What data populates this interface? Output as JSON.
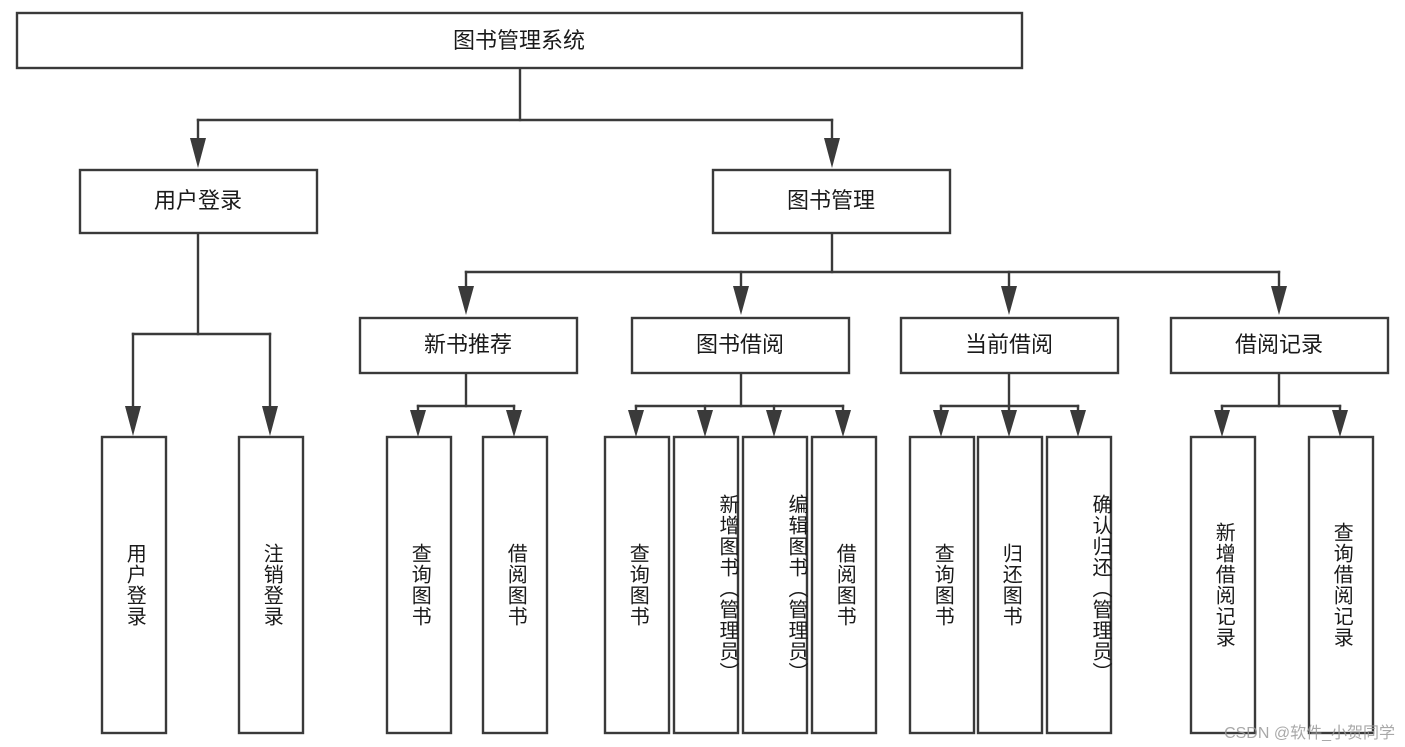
{
  "diagram": {
    "type": "tree-hierarchy",
    "title": "图书管理系统",
    "root": {
      "id": "root",
      "label": "图书管理系统",
      "orientation": "horizontal"
    },
    "level2": [
      {
        "id": "user-login",
        "label": "用户登录",
        "orientation": "horizontal"
      },
      {
        "id": "book-manage",
        "label": "图书管理",
        "orientation": "horizontal"
      }
    ],
    "level3": [
      {
        "id": "new-book-recommend",
        "label": "新书推荐",
        "orientation": "horizontal",
        "parent": "book-manage"
      },
      {
        "id": "book-borrow",
        "label": "图书借阅",
        "orientation": "horizontal",
        "parent": "book-manage"
      },
      {
        "id": "current-borrow",
        "label": "当前借阅",
        "orientation": "horizontal",
        "parent": "book-manage"
      },
      {
        "id": "borrow-record",
        "label": "借阅记录",
        "orientation": "horizontal",
        "parent": "book-manage"
      }
    ],
    "leaves": [
      {
        "id": "leaf-user-login",
        "label": "用户登录",
        "orientation": "vertical",
        "parent": "user-login"
      },
      {
        "id": "leaf-user-logout",
        "label": "注销登录",
        "orientation": "vertical",
        "parent": "user-login"
      },
      {
        "id": "leaf-query-book-1",
        "label": "查询图书",
        "orientation": "vertical",
        "parent": "new-book-recommend"
      },
      {
        "id": "leaf-borrow-book-1",
        "label": "借阅图书",
        "orientation": "vertical",
        "parent": "new-book-recommend"
      },
      {
        "id": "leaf-query-book-2",
        "label": "查询图书",
        "orientation": "vertical",
        "parent": "book-borrow"
      },
      {
        "id": "leaf-add-book",
        "label": "新增图书（管理员）",
        "orientation": "vertical",
        "parent": "book-borrow"
      },
      {
        "id": "leaf-edit-book",
        "label": "编辑图书（管理员）",
        "orientation": "vertical",
        "parent": "book-borrow"
      },
      {
        "id": "leaf-borrow-book-2",
        "label": "借阅图书",
        "orientation": "vertical",
        "parent": "book-borrow"
      },
      {
        "id": "leaf-query-book-3",
        "label": "查询图书",
        "orientation": "vertical",
        "parent": "current-borrow"
      },
      {
        "id": "leaf-return-book",
        "label": "归还图书",
        "orientation": "vertical",
        "parent": "current-borrow"
      },
      {
        "id": "leaf-confirm-return",
        "label": "确认归还（管理员）",
        "orientation": "vertical",
        "parent": "current-borrow"
      },
      {
        "id": "leaf-add-record",
        "label": "新增借阅记录",
        "orientation": "vertical",
        "parent": "borrow-record"
      },
      {
        "id": "leaf-query-record",
        "label": "查询借阅记录",
        "orientation": "vertical",
        "parent": "borrow-record"
      }
    ],
    "colors": {
      "stroke": "#3a3a3a",
      "fill": "#ffffff",
      "text": "#1a1a1a",
      "watermark": "#9a9a9a"
    }
  },
  "watermark": {
    "text": "CSDN @软件_小贺同学"
  }
}
